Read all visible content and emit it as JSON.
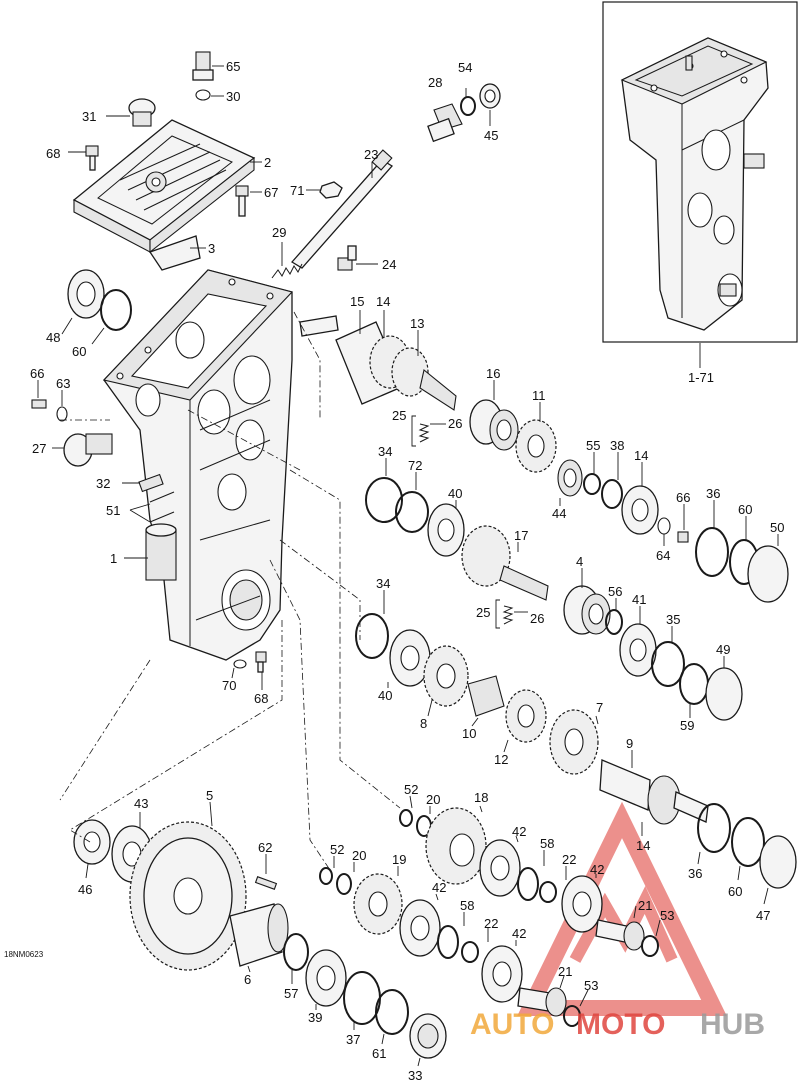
{
  "diagram": {
    "drawing_code": "18NM0623",
    "inset_label": "1-71",
    "callouts": [
      {
        "id": "65",
        "text": "65"
      },
      {
        "id": "30",
        "text": "30"
      },
      {
        "id": "31",
        "text": "31"
      },
      {
        "id": "68a",
        "text": "68"
      },
      {
        "id": "2",
        "text": "2"
      },
      {
        "id": "67",
        "text": "67"
      },
      {
        "id": "3",
        "text": "3"
      },
      {
        "id": "28",
        "text": "28"
      },
      {
        "id": "54",
        "text": "54"
      },
      {
        "id": "45",
        "text": "45"
      },
      {
        "id": "23",
        "text": "23"
      },
      {
        "id": "71",
        "text": "71"
      },
      {
        "id": "29",
        "text": "29"
      },
      {
        "id": "24",
        "text": "24"
      },
      {
        "id": "48",
        "text": "48"
      },
      {
        "id": "60a",
        "text": "60"
      },
      {
        "id": "15",
        "text": "15"
      },
      {
        "id": "14a",
        "text": "14"
      },
      {
        "id": "13",
        "text": "13"
      },
      {
        "id": "66a",
        "text": "66"
      },
      {
        "id": "63",
        "text": "63"
      },
      {
        "id": "27",
        "text": "27"
      },
      {
        "id": "16",
        "text": "16"
      },
      {
        "id": "11",
        "text": "11"
      },
      {
        "id": "25a",
        "text": "25"
      },
      {
        "id": "26a",
        "text": "26"
      },
      {
        "id": "34a",
        "text": "34"
      },
      {
        "id": "72",
        "text": "72"
      },
      {
        "id": "55",
        "text": "55"
      },
      {
        "id": "38",
        "text": "38"
      },
      {
        "id": "14b",
        "text": "14"
      },
      {
        "id": "32",
        "text": "32"
      },
      {
        "id": "40a",
        "text": "40"
      },
      {
        "id": "44",
        "text": "44"
      },
      {
        "id": "66b",
        "text": "66"
      },
      {
        "id": "36a",
        "text": "36"
      },
      {
        "id": "51",
        "text": "51"
      },
      {
        "id": "17",
        "text": "17"
      },
      {
        "id": "60b",
        "text": "60"
      },
      {
        "id": "50",
        "text": "50"
      },
      {
        "id": "64",
        "text": "64"
      },
      {
        "id": "1",
        "text": "1"
      },
      {
        "id": "4",
        "text": "4"
      },
      {
        "id": "34b",
        "text": "34"
      },
      {
        "id": "56",
        "text": "56"
      },
      {
        "id": "41",
        "text": "41"
      },
      {
        "id": "25b",
        "text": "25"
      },
      {
        "id": "26b",
        "text": "26"
      },
      {
        "id": "35",
        "text": "35"
      },
      {
        "id": "49",
        "text": "49"
      },
      {
        "id": "70",
        "text": "70"
      },
      {
        "id": "40b",
        "text": "40"
      },
      {
        "id": "68b",
        "text": "68"
      },
      {
        "id": "8",
        "text": "8"
      },
      {
        "id": "10",
        "text": "10"
      },
      {
        "id": "7",
        "text": "7"
      },
      {
        "id": "59",
        "text": "59"
      },
      {
        "id": "12",
        "text": "12"
      },
      {
        "id": "9",
        "text": "9"
      },
      {
        "id": "5",
        "text": "5"
      },
      {
        "id": "52a",
        "text": "52"
      },
      {
        "id": "20a",
        "text": "20"
      },
      {
        "id": "18",
        "text": "18"
      },
      {
        "id": "43",
        "text": "43"
      },
      {
        "id": "42a",
        "text": "42"
      },
      {
        "id": "58a",
        "text": "58"
      },
      {
        "id": "22a",
        "text": "22"
      },
      {
        "id": "14c",
        "text": "14"
      },
      {
        "id": "62",
        "text": "62"
      },
      {
        "id": "52b",
        "text": "52"
      },
      {
        "id": "20b",
        "text": "20"
      },
      {
        "id": "19",
        "text": "19"
      },
      {
        "id": "42b",
        "text": "42"
      },
      {
        "id": "36b",
        "text": "36"
      },
      {
        "id": "60c",
        "text": "60"
      },
      {
        "id": "46",
        "text": "46"
      },
      {
        "id": "42c",
        "text": "42"
      },
      {
        "id": "21a",
        "text": "21"
      },
      {
        "id": "53a",
        "text": "53"
      },
      {
        "id": "47",
        "text": "47"
      },
      {
        "id": "58b",
        "text": "58"
      },
      {
        "id": "22b",
        "text": "22"
      },
      {
        "id": "42d",
        "text": "42"
      },
      {
        "id": "6",
        "text": "6"
      },
      {
        "id": "57",
        "text": "57"
      },
      {
        "id": "39",
        "text": "39"
      },
      {
        "id": "21b",
        "text": "21"
      },
      {
        "id": "53b",
        "text": "53"
      },
      {
        "id": "37",
        "text": "37"
      },
      {
        "id": "61",
        "text": "61"
      },
      {
        "id": "33",
        "text": "33"
      }
    ]
  },
  "watermark": {
    "part1": "AUTO",
    "part2": "MOTO",
    "part3": "HUB",
    "color_orange": "#f2a93b",
    "color_red": "#e0463f",
    "color_grey": "#9a9a9a"
  }
}
